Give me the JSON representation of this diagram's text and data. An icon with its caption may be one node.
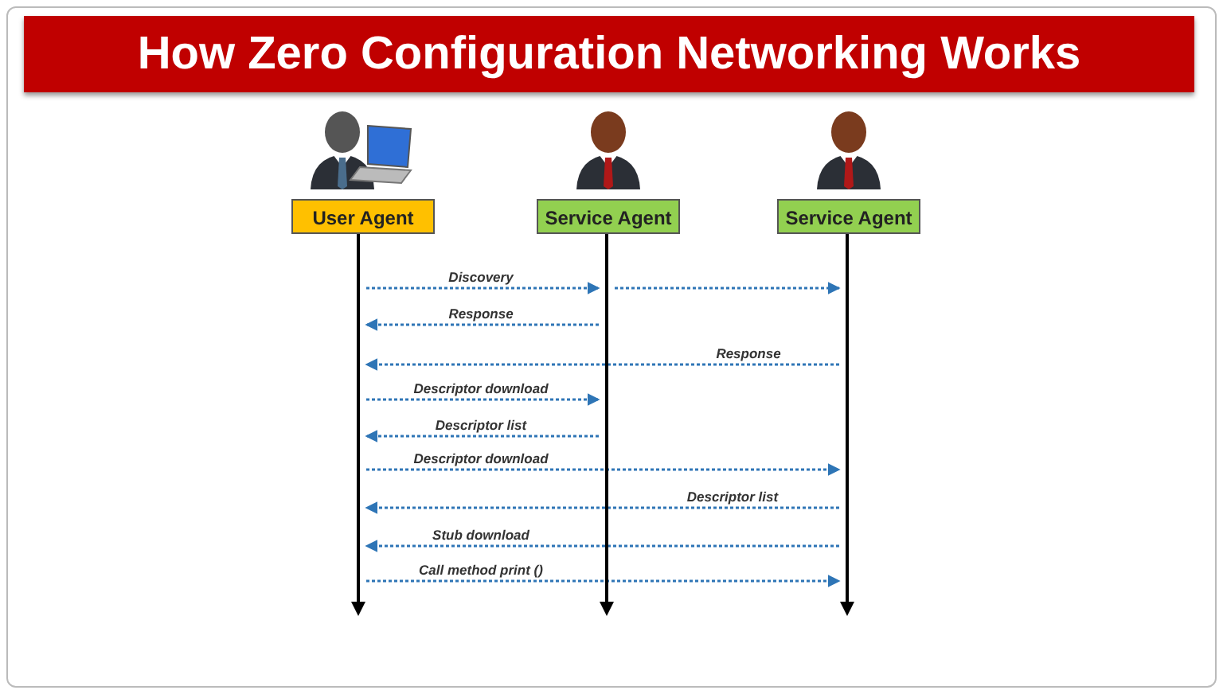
{
  "diagram": {
    "title": "How Zero Configuration Networking Works",
    "nodes": [
      {
        "text": [
          "User Agent"
        ]
      },
      {
        "text": [
          "Service Agent"
        ]
      },
      {
        "text": [
          "Service Agent"
        ]
      },
      {
        "text": [],
        "shape": "line"
      },
      {
        "text": [],
        "shape": "line"
      },
      {
        "text": [],
        "shape": "line"
      }
    ],
    "edges": [
      {
        "from": 3,
        "to": 4,
        "arrow": "to",
        "label": "Discovery",
        "style": "dashed"
      },
      {
        "from": 4,
        "to": 5,
        "arrow": "to",
        "style": "dashed"
      },
      {
        "from": 4,
        "to": 3,
        "arrow": "to",
        "label": "Response",
        "style": "dashed"
      },
      {
        "from": 5,
        "to": 3,
        "arrow": "to",
        "label": "Response",
        "style": "dashed"
      },
      {
        "from": 3,
        "to": 4,
        "arrow": "to",
        "label": "Descriptor download",
        "style": "dashed"
      },
      {
        "from": 4,
        "to": 3,
        "arrow": "to",
        "label": "Descriptor list",
        "style": "dashed"
      },
      {
        "from": 3,
        "to": 5,
        "arrow": "to",
        "label": "Descriptor download",
        "style": "dashed"
      },
      {
        "from": 5,
        "to": 3,
        "arrow": "to",
        "label": "Descriptor list",
        "style": "dashed"
      },
      {
        "from": 5,
        "to": 3,
        "arrow": "to",
        "label": "Stub download",
        "style": "dashed"
      },
      {
        "from": 3,
        "to": 5,
        "arrow": "to",
        "label": "Call method print ()",
        "style": "dashed"
      }
    ]
  }
}
